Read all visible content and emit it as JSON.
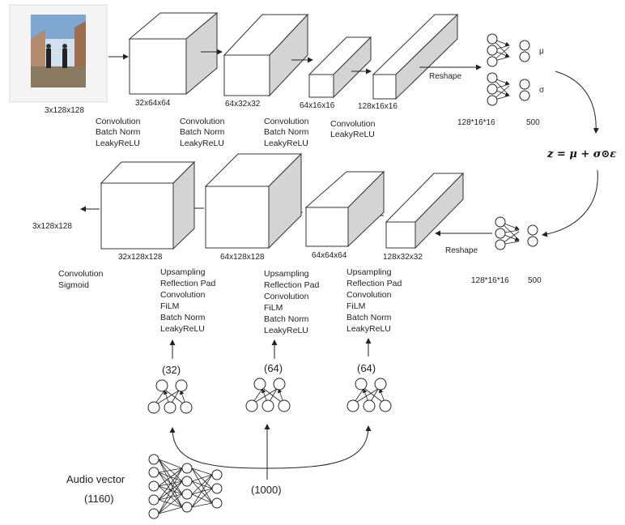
{
  "input_image": {
    "caption": "3x128x128",
    "picture": "album-cover-photo-two-men-shaking-hands"
  },
  "encoder": {
    "blocks": [
      {
        "dims": "32x64x64",
        "ops": [
          "Convolution",
          "Batch Norm",
          "LeakyReLU"
        ]
      },
      {
        "dims": "64x32x32",
        "ops": [
          "Convolution",
          "Batch Norm",
          "LeakyReLU"
        ]
      },
      {
        "dims": "64x16x16",
        "ops": [
          "Convolution",
          "Batch Norm",
          "LeakyReLU"
        ]
      },
      {
        "dims": "128x16x16",
        "ops": [
          "Convolution",
          "LeakyReLU"
        ]
      }
    ],
    "reshape_label": "Reshape",
    "flat_size": "128*16*16",
    "latent_size": "500",
    "mu_label": "μ",
    "sigma_label": "σ"
  },
  "reparam_equation": "z = μ + σ⊙ε",
  "decoder": {
    "blocks": [
      {
        "dims": "32x128x128",
        "ops": [
          "Upsampling",
          "Reflection Pad",
          "Convolution",
          "FiLM",
          "Batch Norm",
          "LeakyReLU"
        ]
      },
      {
        "dims": "64x128x128",
        "ops": [
          "Upsampling",
          "Reflection Pad",
          "Convolution",
          "FiLM",
          "Batch Norm",
          "LeakyReLU"
        ]
      },
      {
        "dims": "64x64x64",
        "ops": [
          "Upsampling",
          "Reflection Pad",
          "Convolution",
          "FiLM",
          "Batch Norm",
          "LeakyReLU"
        ]
      },
      {
        "dims": "128x32x32",
        "ops": []
      }
    ],
    "output_dims": "3x128x128",
    "output_ops": [
      "Convolution",
      "Sigmoid"
    ],
    "reshape_label": "Reshape",
    "flat_size": "128*16*16",
    "latent_size": "500"
  },
  "film": {
    "sizes": [
      "(32)",
      "(64)",
      "(64)"
    ]
  },
  "audio": {
    "title": "Audio vector",
    "size": "(1160)",
    "hidden_size": "(1000)"
  }
}
